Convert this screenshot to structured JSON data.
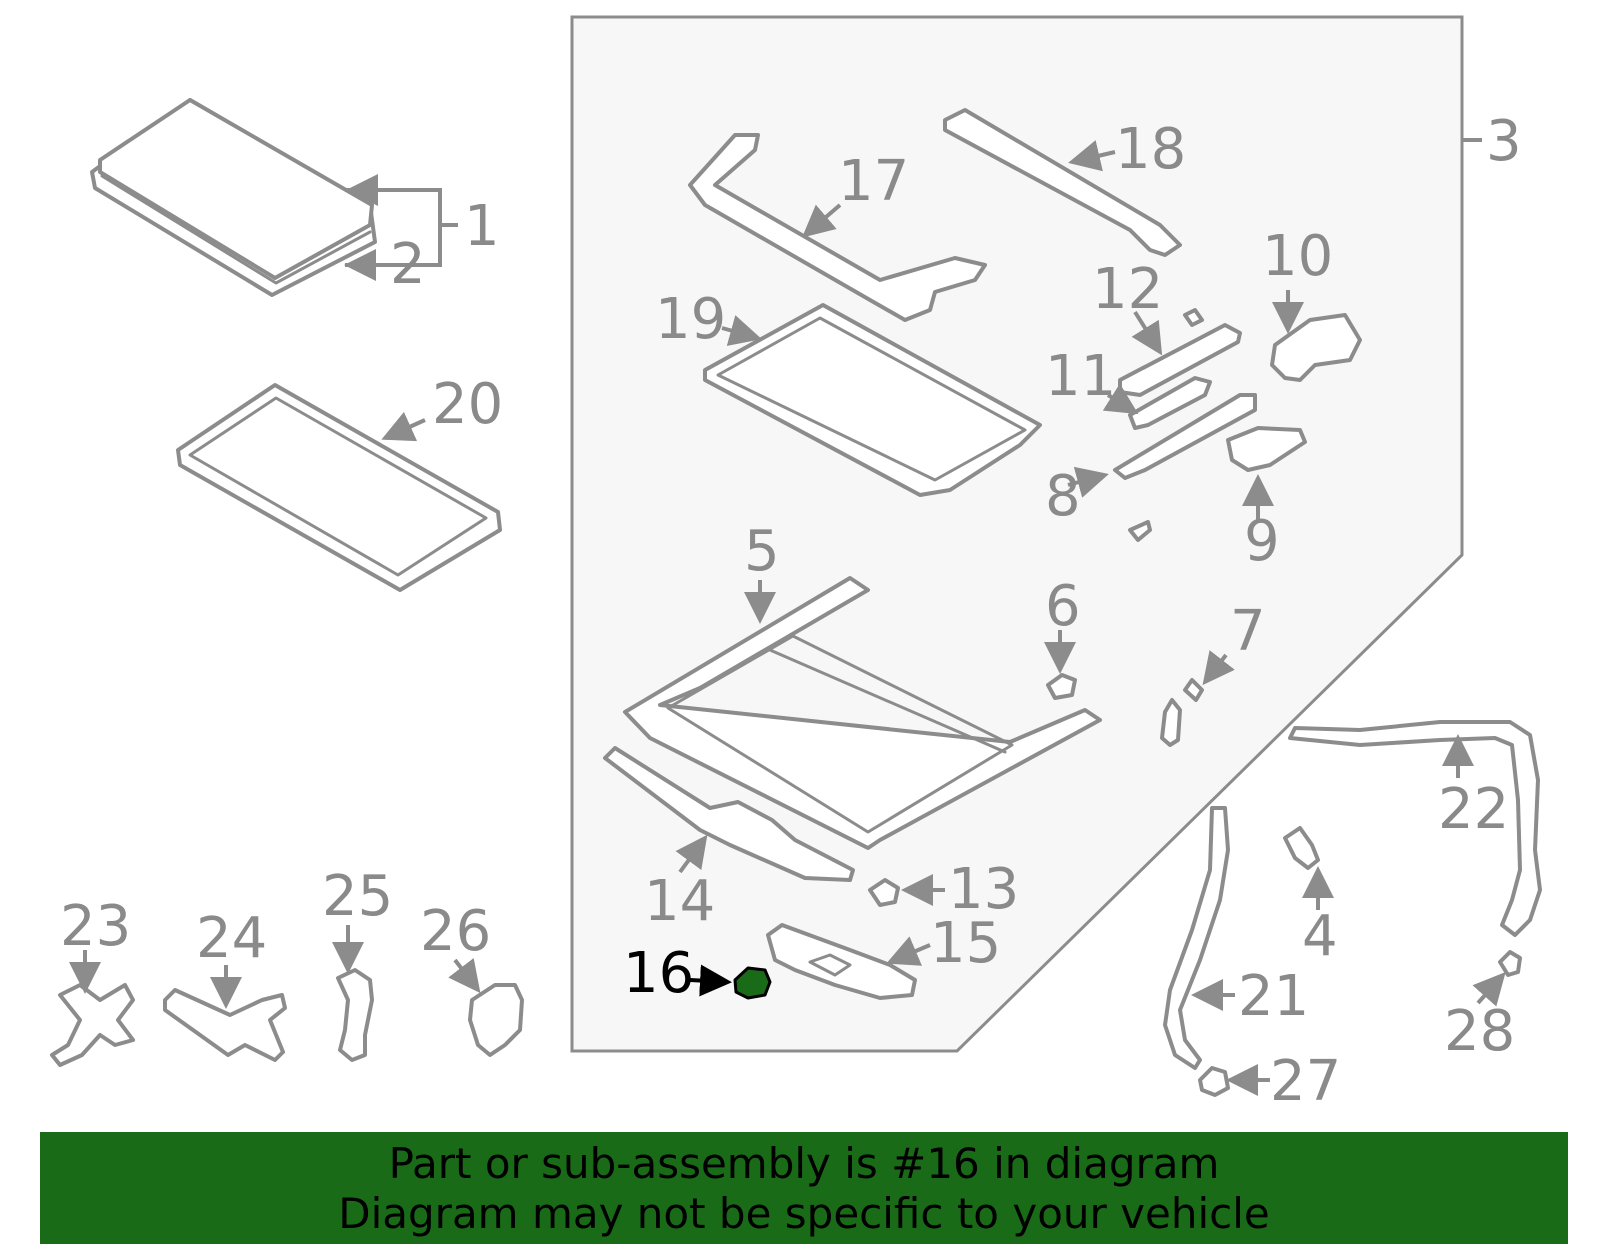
{
  "diagram": {
    "highlighted_part": "16",
    "highlight_color": "#1a6b17",
    "labels": [
      "1",
      "2",
      "3",
      "4",
      "5",
      "6",
      "7",
      "8",
      "9",
      "10",
      "11",
      "12",
      "13",
      "14",
      "15",
      "16",
      "17",
      "18",
      "19",
      "20",
      "21",
      "22",
      "23",
      "24",
      "25",
      "26",
      "27",
      "28"
    ]
  },
  "banner": {
    "line1": "Part or sub-assembly is #16 in diagram",
    "line2": "Diagram may not be specific to your vehicle",
    "background": "#1a6b17"
  }
}
